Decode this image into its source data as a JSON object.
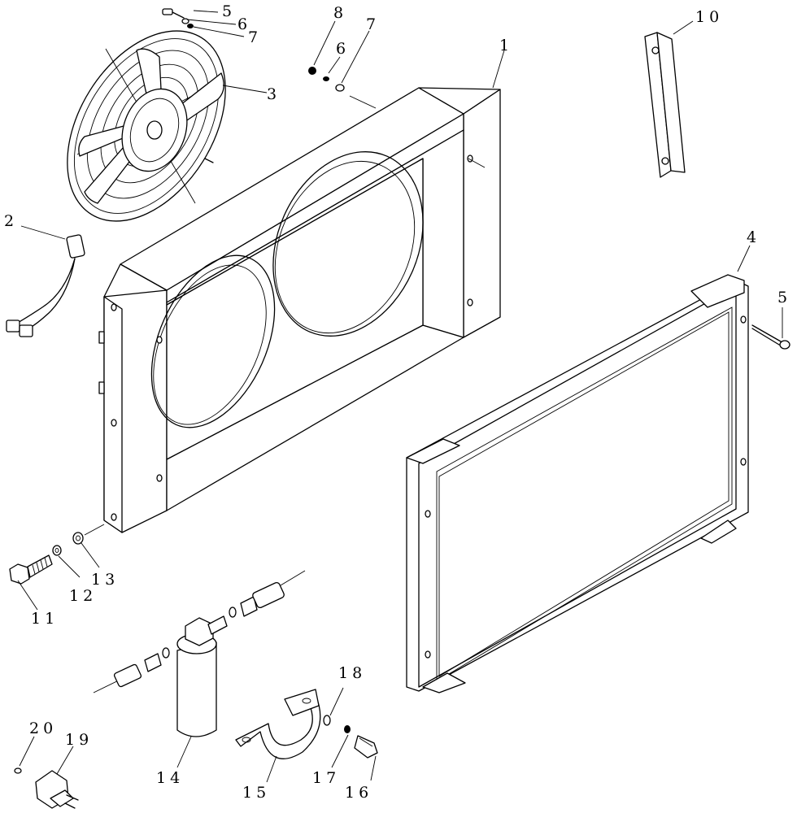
{
  "callouts": {
    "c1": "1",
    "c2": "2",
    "c3": "3",
    "c4": "4",
    "c5a": "5",
    "c5b": "5",
    "c6a": "6",
    "c6b": "6",
    "c7a": "7",
    "c7b": "7",
    "c8": "8",
    "c10": "10",
    "c11": "11",
    "c12": "12",
    "c13": "13",
    "c14": "14",
    "c15": "15",
    "c16": "16",
    "c17": "17",
    "c18": "18",
    "c19": "19",
    "c20": "20"
  }
}
